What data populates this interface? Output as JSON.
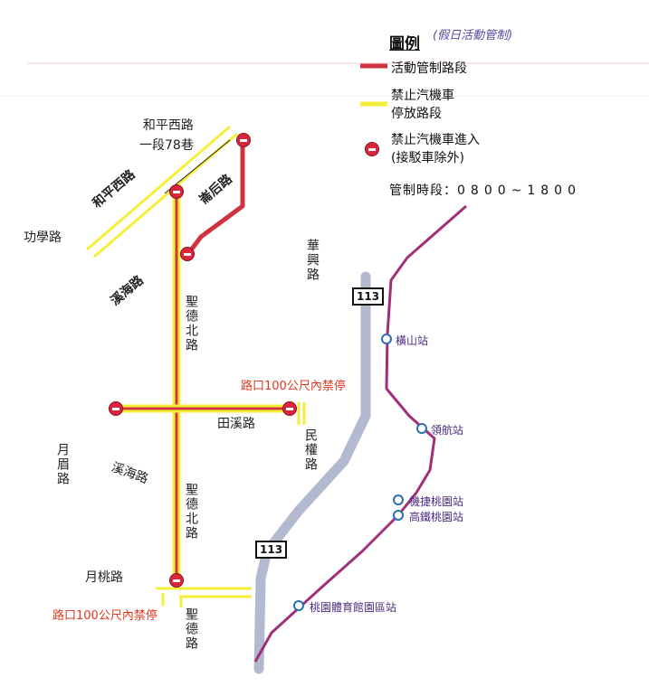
{
  "legend": {
    "title": "圖例",
    "note": "(假日活動管制)",
    "items": [
      {
        "label": "活動管制路段",
        "color": "#d0333f"
      },
      {
        "label": "禁止汽機車\n停放路段",
        "color": "#f5ef3a"
      },
      {
        "label": "禁止汽機車進入\n(接駁車除外)",
        "color": "#d9263a",
        "icon": "no-entry-icon"
      }
    ]
  },
  "control_time": {
    "label": "管制時段：",
    "value": "0800~1800"
  },
  "roads": {
    "heping_lane": "和平西路\n一段78巷",
    "heping": "和平西路",
    "gongxue": "功學路",
    "xihai_1": "溪海路",
    "xihai_2": "溪海路",
    "weihou": "崙后路",
    "huaxing": "華興路",
    "shengde_n1": "聖德北路",
    "shengde_n2": "聖德北路",
    "tianxi": "田溪路",
    "minquan": "民權路",
    "yuemei": "月眉路",
    "yuetao": "月桃路",
    "shengde": "聖德路"
  },
  "warnings": {
    "top": "路口100公尺內禁停",
    "bottom": "路口100公尺內禁停"
  },
  "highway": {
    "number_1": "113",
    "number_2": "113"
  },
  "stations": [
    {
      "name": "橫山站"
    },
    {
      "name": "領航站"
    },
    {
      "name": "機捷桃園站"
    },
    {
      "name": "高鐵桃園站"
    },
    {
      "name": "桃園體育館園區站"
    }
  ],
  "colors": {
    "control": "#d0333f",
    "no_parking": "#f5ef3a",
    "highway": "#b3b9cf",
    "metro": "#a0307a",
    "warn_text": "#e0391f",
    "station_text": "#4b2c82"
  }
}
